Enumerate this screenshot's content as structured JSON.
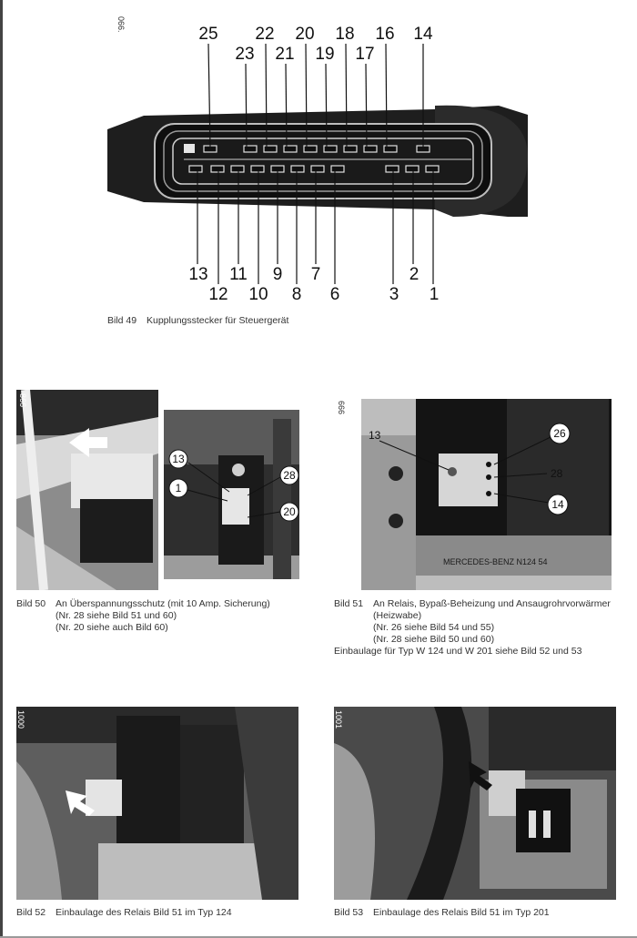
{
  "figure49": {
    "ref": "066.",
    "caption_label": "Bild 49",
    "caption_text": "Kupplungsstecker für Steuergerät",
    "top_pins": [
      "25",
      "23",
      "22",
      "21",
      "20",
      "19",
      "18",
      "17",
      "16",
      "14"
    ],
    "bottom_pins": [
      "13",
      "12",
      "11",
      "10",
      "9",
      "8",
      "7",
      "6",
      "3",
      "2",
      "1"
    ]
  },
  "figure50": {
    "ref": "866",
    "caption_label": "Bild 50",
    "caption_lines": [
      "An Überspannungsschutz (mit 10 Amp. Sicherung)",
      "(Nr. 28 siehe Bild 51 und 60)",
      "(Nr. 20 siehe auch Bild 60)"
    ],
    "callouts": [
      "13",
      "1",
      "28",
      "20"
    ]
  },
  "figure51": {
    "ref": "666",
    "caption_label": "Bild 51",
    "caption_lines": [
      "An Relais, Bypaß-Beheizung und Ansaugrohrvorwärmer",
      "(Heizwabe)",
      "(Nr. 26 siehe Bild 54 und 55)",
      "(Nr. 28 siehe Bild 50 und 60)"
    ],
    "callouts": [
      "13",
      "26",
      "28",
      "14"
    ],
    "stamp": "MERCEDES-BENZ N124 54",
    "install_note": "Einbaulage für Typ W 124 und W 201 siehe Bild 52 und 53"
  },
  "figure52": {
    "ref": "1000",
    "caption_label": "Bild 52",
    "caption_text": "Einbaulage des Relais Bild 51 im Typ 124"
  },
  "figure53": {
    "ref": "1001",
    "caption_label": "Bild 53",
    "caption_text": "Einbaulage des Relais Bild 51 im Typ 201"
  },
  "colors": {
    "ink": "#111111",
    "photo_dark": "#1c1c1c",
    "photo_mid": "#6f6f6f",
    "photo_light": "#cfcfcf"
  }
}
